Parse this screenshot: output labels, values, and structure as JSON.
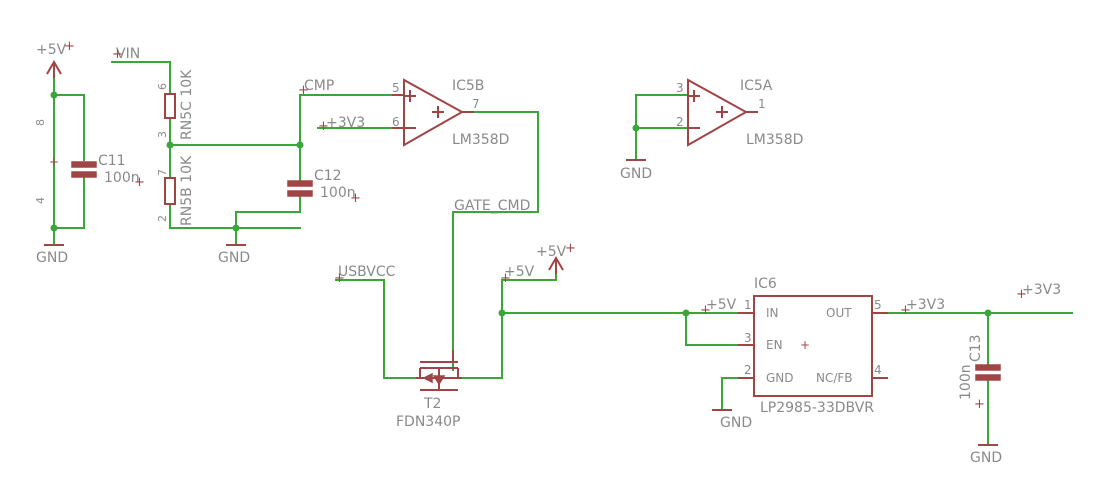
{
  "power_labels": {
    "p5v_left": "+5V",
    "vin": "VIN",
    "cmp": "CMP",
    "p3v3_opamp": "+3V3",
    "gate_cmd": "GATE_CMD",
    "usbvcc": "USBVCC",
    "p5v_net": "+5V",
    "p5v_mid": "+5V",
    "p5v_ic_in": "+5V",
    "p3v3_out": "+3V3",
    "p3v3_right": "+3V3"
  },
  "grounds": {
    "g1": "GND",
    "g2": "GND",
    "g3": "GND",
    "g4": "GND",
    "g5": "GND"
  },
  "ic5b": {
    "name": "IC5B",
    "part": "LM358D",
    "pin_plus": "5",
    "pin_minus": "6",
    "pin_out": "7"
  },
  "ic5a": {
    "name": "IC5A",
    "part": "LM358D",
    "pin_plus": "3",
    "pin_minus": "2",
    "pin_out": "1"
  },
  "ic5_power": {
    "pin_top": "8",
    "pin_bottom": "4"
  },
  "rn5c": {
    "label": "RN5C 10K",
    "pin_top": "6",
    "pin_bottom": "3"
  },
  "rn5b": {
    "label": "RN5B 10K",
    "pin_top": "7",
    "pin_bottom": "2"
  },
  "c11": {
    "name": "C11",
    "value": "100n"
  },
  "c12": {
    "name": "C12",
    "value": "100n"
  },
  "c13": {
    "name": "C13",
    "value": "100n"
  },
  "t2": {
    "name": "T2",
    "part": "FDN340P"
  },
  "ic6": {
    "name": "IC6",
    "part": "LP2985-33DBVR",
    "pin_in": "IN",
    "pin_en": "EN",
    "pin_gnd": "GND",
    "pin_out": "OUT",
    "pin_ncfb": "NC/FB",
    "num_in": "1",
    "num_en": "3",
    "num_gnd": "2",
    "num_out": "5",
    "num_ncfb": "4"
  },
  "colors": {
    "wire": "#3aa63a",
    "component": "#a04545",
    "label": "#8a8a8a"
  }
}
